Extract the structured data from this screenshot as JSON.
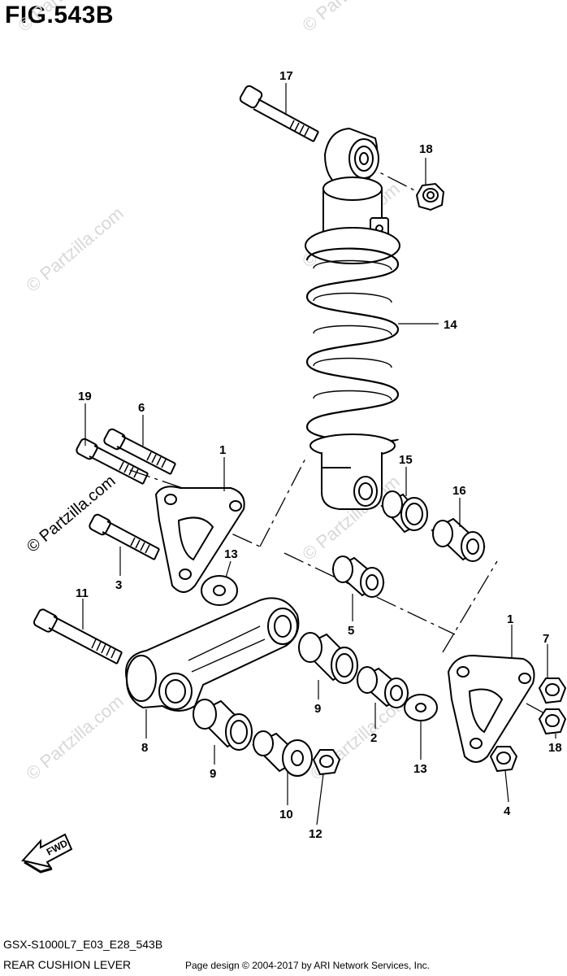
{
  "figure": {
    "title": "FIG.543B",
    "code": "GSX-S1000L7_E03_E28_543B",
    "name": "REAR CUSHION LEVER",
    "credit": "Page design © 2004-2017 by ARI Network Services, Inc."
  },
  "fwd_label": "FWD",
  "watermark": "© Partzilla.com",
  "callouts": [
    "17",
    "18",
    "14",
    "19",
    "6",
    "1",
    "15",
    "16",
    "13",
    "3",
    "5",
    "11",
    "1",
    "7",
    "9",
    "8",
    "2",
    "18",
    "13",
    "9",
    "10",
    "12",
    "4"
  ]
}
